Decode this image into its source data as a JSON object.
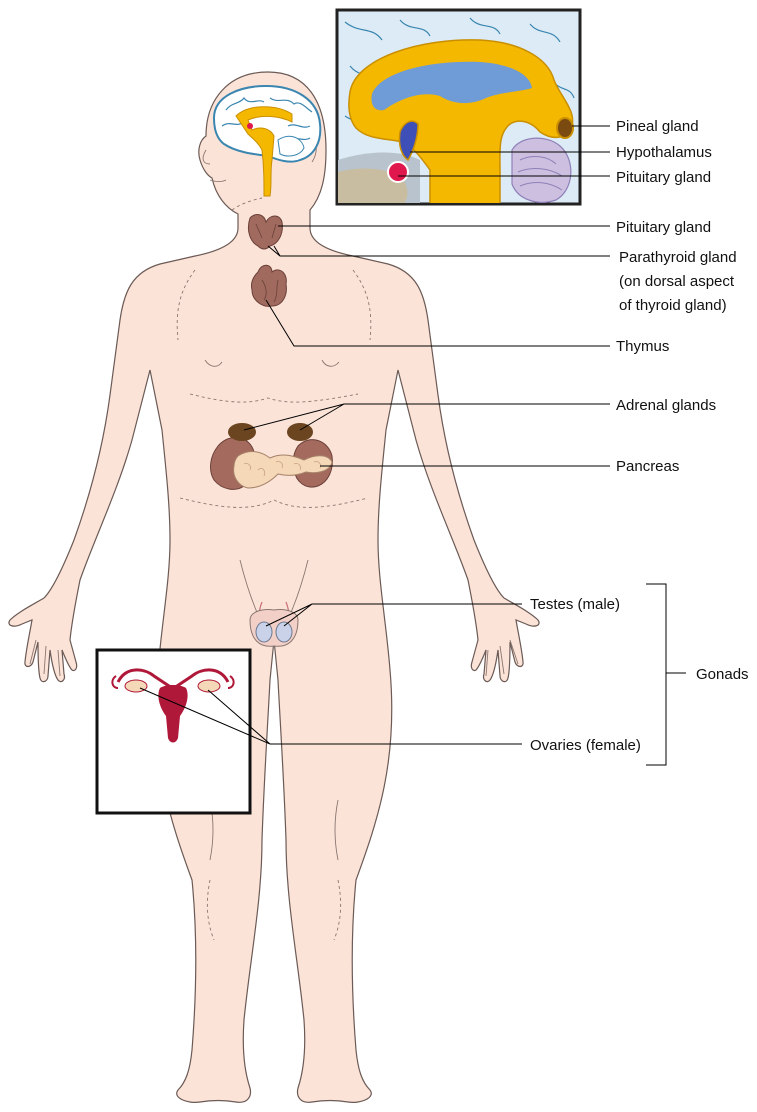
{
  "labels": {
    "pineal": "Pineal gland",
    "hypothalamus": "Hypothalamus",
    "pituitary_inset": "Pituitary gland",
    "pituitary_neck": "Pituitary gland",
    "parathyroid_line1": "Parathyroid gland",
    "parathyroid_line2": "(on dorsal aspect",
    "parathyroid_line3": "of thyroid gland)",
    "thymus": "Thymus",
    "adrenal": "Adrenal glands",
    "pancreas": "Pancreas",
    "testes": "Testes (male)",
    "ovaries": "Ovaries (female)",
    "gonads": "Gonads"
  },
  "colors": {
    "skin": "#fbe3d8",
    "skin_outline": "#6b5a55",
    "brain_fill": "#ffffff",
    "brain_outline": "#3a86b0",
    "brain_stem": "#f5b800",
    "ventricle": "#6f9bd6",
    "gland_brown": "#8a5a50",
    "adrenal": "#6b4520",
    "kidney": "#a46a5e",
    "pancreas": "#f5d8b8",
    "testes": "#c9d2e8",
    "uterus": "#b01839",
    "pituitary_red": "#e0174c",
    "hypothalamus_blue": "#3e4fb8",
    "leader": "#000000"
  }
}
